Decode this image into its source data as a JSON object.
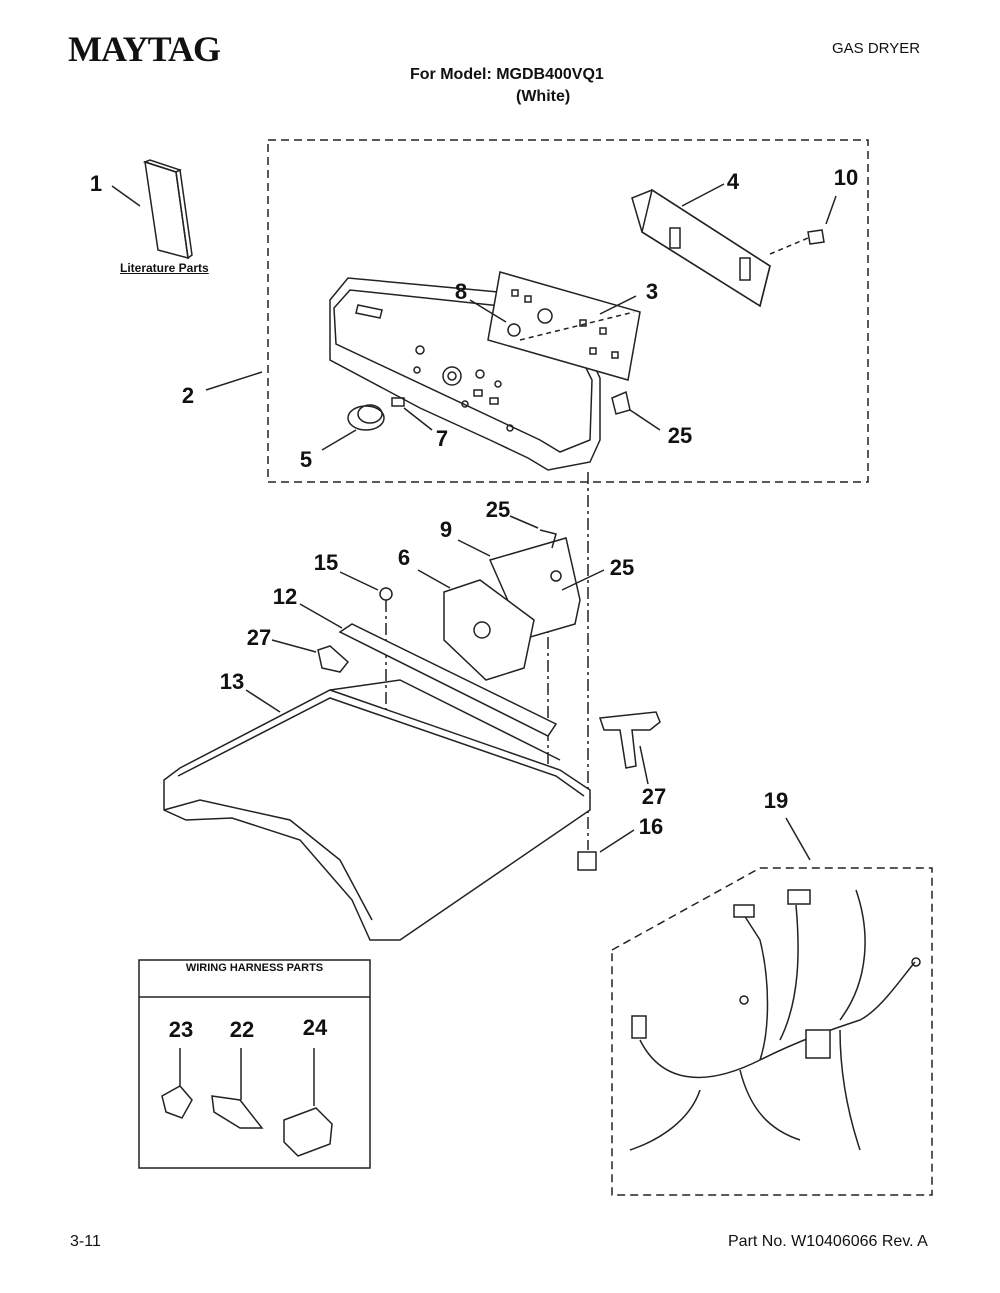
{
  "header": {
    "brand": "MAYTAG",
    "product_type": "GAS DRYER",
    "model_line": "For Model: MGDB400VQ1",
    "color_line": "(White)"
  },
  "footer": {
    "page_number": "3-11",
    "part_number": "Part No. W10406066 Rev. A"
  },
  "literature_label": "Literature Parts",
  "wiring_box_title": "WIRING HARNESS PARTS",
  "callouts": [
    "1",
    "2",
    "3",
    "4",
    "5",
    "7",
    "8",
    "10",
    "25",
    "25",
    "9",
    "25",
    "6",
    "15",
    "12",
    "27",
    "13",
    "27",
    "16",
    "19",
    "23",
    "22",
    "24"
  ]
}
